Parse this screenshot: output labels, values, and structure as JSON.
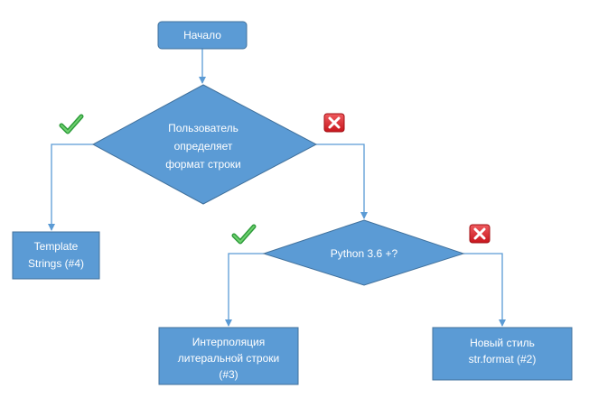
{
  "colors": {
    "node_fill": "#5b9bd5",
    "node_border": "#41719c",
    "connector": "#5b9bd5",
    "check": "#3fae49",
    "cross": "#d9262b"
  },
  "nodes": {
    "start": {
      "label": "Начало"
    },
    "decision_user": {
      "lines": [
        "Пользователь",
        "определяет",
        "формат строки"
      ]
    },
    "template_strings": {
      "lines": [
        "Template",
        "Strings (#4)"
      ]
    },
    "decision_python": {
      "label": "Python 3.6 +?"
    },
    "interpolation": {
      "lines": [
        "Интерполяция",
        "литеральной строки",
        "(#3)"
      ]
    },
    "new_style": {
      "lines": [
        "Новый стиль",
        "str.format (#2)"
      ]
    }
  },
  "markers": {
    "yes_icon": "check-mark-icon",
    "no_icon": "red-cross-icon"
  }
}
